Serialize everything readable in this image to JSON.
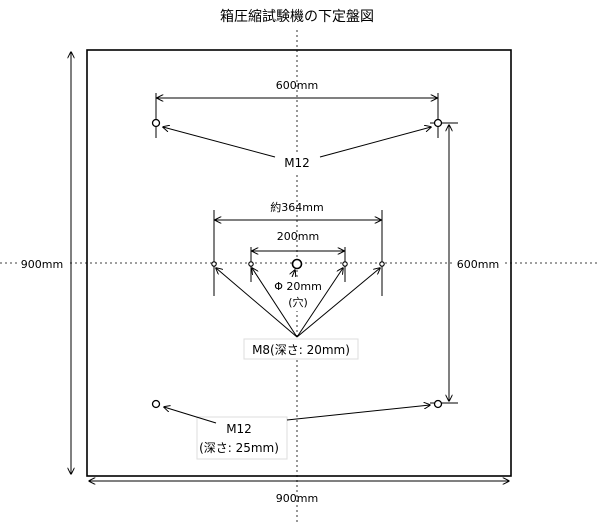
{
  "title": "箱圧縮試験機の下定盤図",
  "dims": {
    "top_holes_span": "600mm",
    "plate_height": "900mm",
    "right_holes_span": "600mm",
    "plate_width": "900mm",
    "outer_m8_span": "約364mm",
    "inner_m8_span": "200mm"
  },
  "callouts": {
    "m12_top": "M12",
    "center_hole_line1": "Φ 20mm",
    "center_hole_line2": "(穴)",
    "m8": "M8(深さ: 20mm)",
    "m12_bottom_line1": "M12",
    "m12_bottom_line2": "(深さ: 25mm)"
  }
}
